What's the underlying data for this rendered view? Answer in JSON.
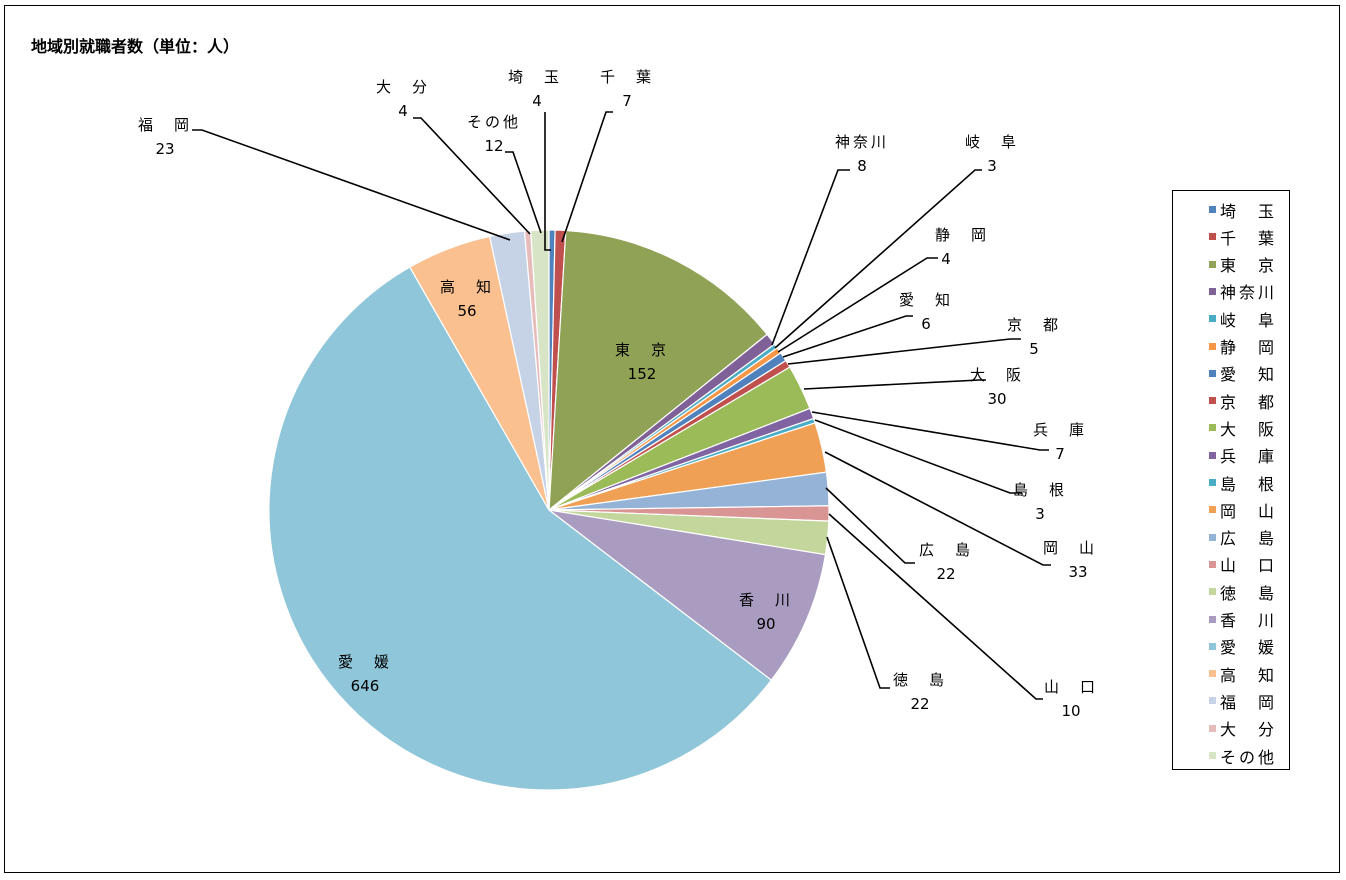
{
  "chart_data": {
    "type": "pie",
    "title": "地域別就職者数（単位：人）",
    "slices": [
      {
        "name": "埼　玉",
        "value": 4,
        "color": "#4F81BD"
      },
      {
        "name": "千　葉",
        "value": 7,
        "color": "#C0504D"
      },
      {
        "name": "東　京",
        "value": 152,
        "color": "#8FA255"
      },
      {
        "name": "神奈川",
        "value": 8,
        "color": "#7F6198"
      },
      {
        "name": "岐　阜",
        "value": 3,
        "color": "#4AACC5"
      },
      {
        "name": "静　岡",
        "value": 4,
        "color": "#F79646"
      },
      {
        "name": "愛　知",
        "value": 6,
        "color": "#4F81BD"
      },
      {
        "name": "京　都",
        "value": 5,
        "color": "#C0504D"
      },
      {
        "name": "大　阪",
        "value": 30,
        "color": "#9BBB59"
      },
      {
        "name": "兵　庫",
        "value": 7,
        "color": "#8064A2"
      },
      {
        "name": "島　根",
        "value": 3,
        "color": "#4BACC6"
      },
      {
        "name": "岡　山",
        "value": 33,
        "color": "#F0A055"
      },
      {
        "name": "広　島",
        "value": 22,
        "color": "#95B3D7"
      },
      {
        "name": "山　口",
        "value": 10,
        "color": "#D99594"
      },
      {
        "name": "徳　島",
        "value": 22,
        "color": "#C3D69B"
      },
      {
        "name": "香　川",
        "value": 90,
        "color": "#AA9CC1"
      },
      {
        "name": "愛　媛",
        "value": 646,
        "color": "#8FC6D9"
      },
      {
        "name": "高　知",
        "value": 56,
        "color": "#FAC090"
      },
      {
        "name": "福　岡",
        "value": 23,
        "color": "#C6D2E6"
      },
      {
        "name": "大　分",
        "value": 4,
        "color": "#E6BCBB"
      },
      {
        "name": "その他",
        "value": 12,
        "color": "#D8E4C6"
      }
    ],
    "legend_position": "right"
  }
}
